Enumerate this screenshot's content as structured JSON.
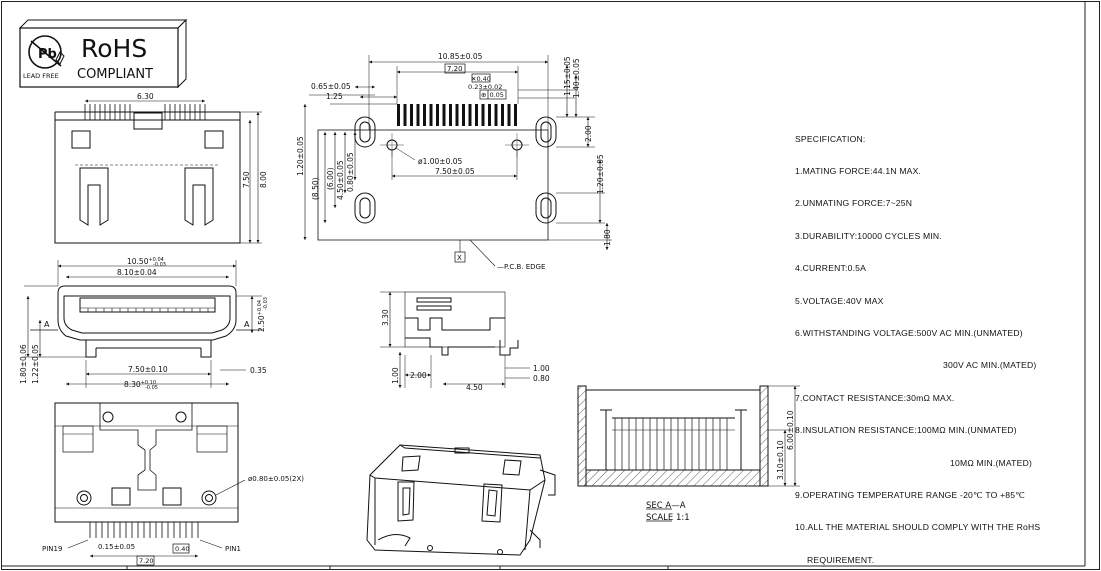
{
  "rohs": {
    "title": "RoHS",
    "subtitle": "COMPLIANT",
    "lead_free_label": "LEAD FREE",
    "logo_letter": "Pb"
  },
  "specification": {
    "heading": "SPECIFICATION:",
    "items": [
      "1.MATING FORCE:44.1N MAX.",
      "2.UNMATING FORCE:7~25N",
      "3.DURABILITY:10000 CYCLES MIN.",
      "4.CURRENT:0.5A",
      "5.VOLTAGE:40V MAX",
      "6.WITHSTANDING VOLTAGE:500V AC MIN.(UNMATED)",
      "300V AC MIN.(MATED)",
      "7.CONTACT RESISTANCE:30mΩ MAX.",
      "8.INSULATION RESISTANCE:100MΩ MIN.(UNMATED)",
      "10MΩ MIN.(MATED)",
      "9.OPERATING TEMPERATURE RANGE -20℃ TO +85℃",
      "10.ALL THE MATERIAL SHOULD COMPLY WITH THE RoHS",
      "REQUIREMENT."
    ]
  },
  "dims": {
    "top_width": "6.30",
    "top_h1": "7.50",
    "top_h2": "8.00",
    "front_outer": "10.50",
    "front_outer_tol_up": "+0.04",
    "front_outer_tol_dn": "-0.03",
    "front_inner": "8.10±0.04",
    "front_pitch": "7.50±0.10",
    "front_base": "8.30",
    "front_base_tol_up": "+0.10",
    "front_base_tol_dn": "-0.05",
    "front_h1": "1.80±0.06",
    "front_h2": "1.22±0.05",
    "front_right": "2.50",
    "front_right_tol_up": "+0.04",
    "front_right_tol_dn": "-0.03",
    "front_tail": "0.35",
    "section_mark": "A",
    "pcb_total": "10.85±0.05",
    "pcb_box1": "7.20",
    "pcb_pitch_box": "0.40",
    "pcb_pad": "0.23±0.02",
    "pcb_pos_box": "0.05",
    "pcb_left1": "0.65±0.05",
    "pcb_left2": "1.25",
    "pcb_r1": "1.15±0.05",
    "pcb_r2": "1.40±0.05",
    "pcb_r3": "2.00",
    "pcb_hole": "ø1.00±0.05",
    "pcb_span": "7.50±0.05",
    "pcb_v1": "1.20±0.05",
    "pcb_v2": "(8.50)",
    "pcb_v3": "(6.00)",
    "pcb_v4": "4.50±0.05",
    "pcb_v5": "0.80±0.05",
    "pcb_vr": "1.20±0.05",
    "pcb_vr2": "1.80",
    "pcb_x": "X",
    "pcb_edge": "P.C.B. EDGE",
    "side_h": "3.30",
    "side_1": "1.00",
    "side_2": "2.00",
    "side_3": "4.50",
    "side_4": "1.00",
    "side_5": "0.80",
    "bot_hole": "ø0.80±0.05(2X)",
    "bot_pin19": "PIN19",
    "bot_pin1": "PIN1",
    "bot_pitch": "0.15±0.05",
    "bot_box1": "0.40",
    "bot_box2": "7.20",
    "sec_h1": "3.10±0.10",
    "sec_h2": "6.00±0.10",
    "sec_label": "SEC  A—A",
    "sec_scale": "SCALE  1:1"
  }
}
